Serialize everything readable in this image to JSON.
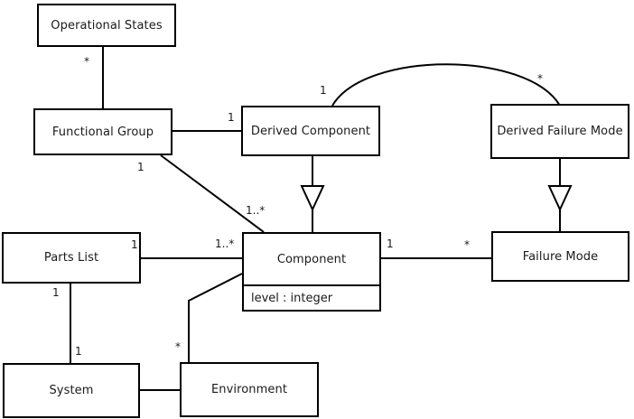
{
  "diagram": {
    "kind": "uml-class-diagram",
    "background_color": "#ffffff",
    "line_color": "#000000",
    "text_color": "#1a1a1a",
    "classes": [
      {
        "id": "operational-states",
        "name": "Operational States",
        "attribute": ""
      },
      {
        "id": "functional-group",
        "name": "Functional Group",
        "attribute": ""
      },
      {
        "id": "derived-component",
        "name": "Derived Component",
        "attribute": ""
      },
      {
        "id": "derived-failure-mode",
        "name": "Derived Failure Mode",
        "attribute": ""
      },
      {
        "id": "parts-list",
        "name": "Parts List",
        "attribute": ""
      },
      {
        "id": "component",
        "name": "Component",
        "attribute": "level : integer"
      },
      {
        "id": "failure-mode",
        "name": "Failure Mode",
        "attribute": ""
      },
      {
        "id": "system",
        "name": "System",
        "attribute": ""
      },
      {
        "id": "environment",
        "name": "Environment",
        "attribute": ""
      }
    ],
    "multiplicities": [
      {
        "id": "op-states-to-functional-group",
        "text": "*"
      },
      {
        "id": "functional-group-to-derived-component",
        "text": "1"
      },
      {
        "id": "functional-group-to-component",
        "text": "1"
      },
      {
        "id": "component-from-functional-group",
        "text": "1..*"
      },
      {
        "id": "derived-component-to-derived-failure-mode",
        "text": "1"
      },
      {
        "id": "derived-failure-mode-from-derived-component",
        "text": "*"
      },
      {
        "id": "parts-list-to-component",
        "text": "1"
      },
      {
        "id": "component-from-parts-list",
        "text": "1..*"
      },
      {
        "id": "component-to-failure-mode",
        "text": "1"
      },
      {
        "id": "failure-mode-from-component",
        "text": "*"
      },
      {
        "id": "parts-list-to-system",
        "text": "1"
      },
      {
        "id": "system-from-parts-list",
        "text": "1"
      },
      {
        "id": "environment-to-component",
        "text": "*"
      }
    ]
  }
}
